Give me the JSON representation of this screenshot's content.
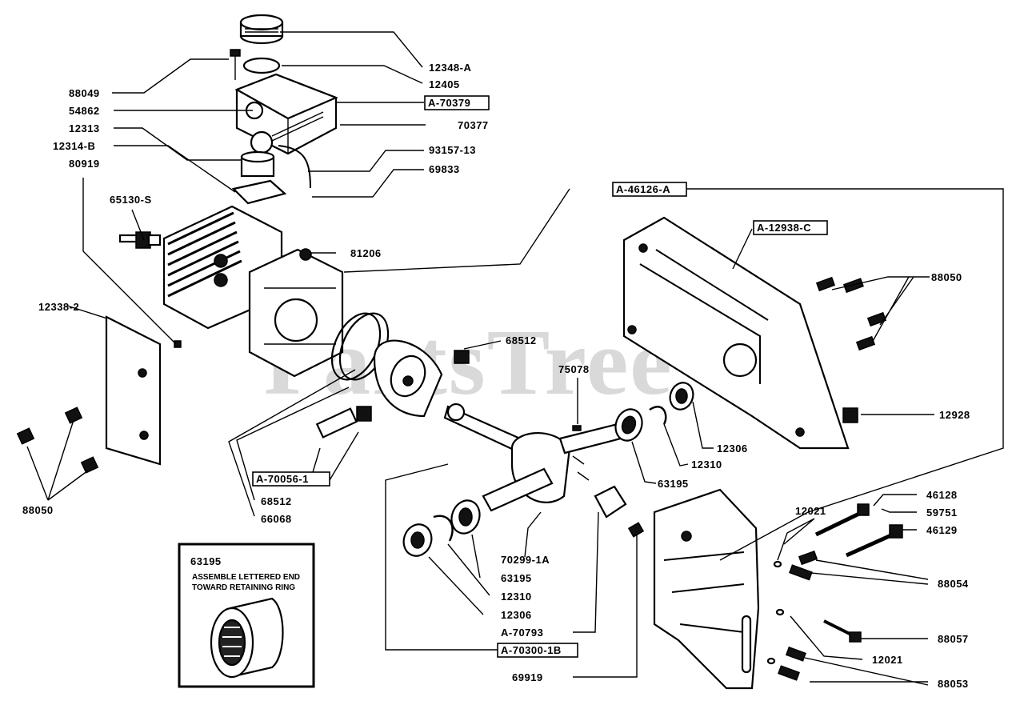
{
  "watermark": "PartsTree",
  "labels": {
    "p12348A": "12348-A",
    "p12405": "12405",
    "pA70379": "A-70379",
    "p70377": "70377",
    "p9315713": "93157-13",
    "p69833": "69833",
    "p88049": "88049",
    "p54862": "54862",
    "p12313": "12313",
    "p12314B": "12314-B",
    "p80919": "80919",
    "p65130S": "65130-S",
    "p81206": "81206",
    "p123382": "12338-2",
    "p88050L": "88050",
    "pA461264": "A-46126-A",
    "pA12938C": "A-12938-C",
    "p88050R": "88050",
    "p68512a": "68512",
    "p75078": "75078",
    "p12928": "12928",
    "p12306a": "12306",
    "p12310a": "12310",
    "p63195a": "63195",
    "pA700561": "A-70056-1",
    "p68512b": "68512",
    "p66068": "66068",
    "p46128": "46128",
    "p59751": "59751",
    "p46129": "46129",
    "p12021a": "12021",
    "p88054": "88054",
    "p702991A": "70299-1A",
    "p63195b": "63195",
    "p12310b": "12310",
    "p12306b": "12306",
    "pA70793": "A-70793",
    "pA703001B": "A-70300-1B",
    "p69919": "69919",
    "p88057": "88057",
    "p12021b": "12021",
    "p88053": "88053"
  },
  "inset": {
    "part_number": "63195",
    "note_line1": "ASSEMBLE LETTERED END",
    "note_line2": "TOWARD RETAINING RING"
  }
}
